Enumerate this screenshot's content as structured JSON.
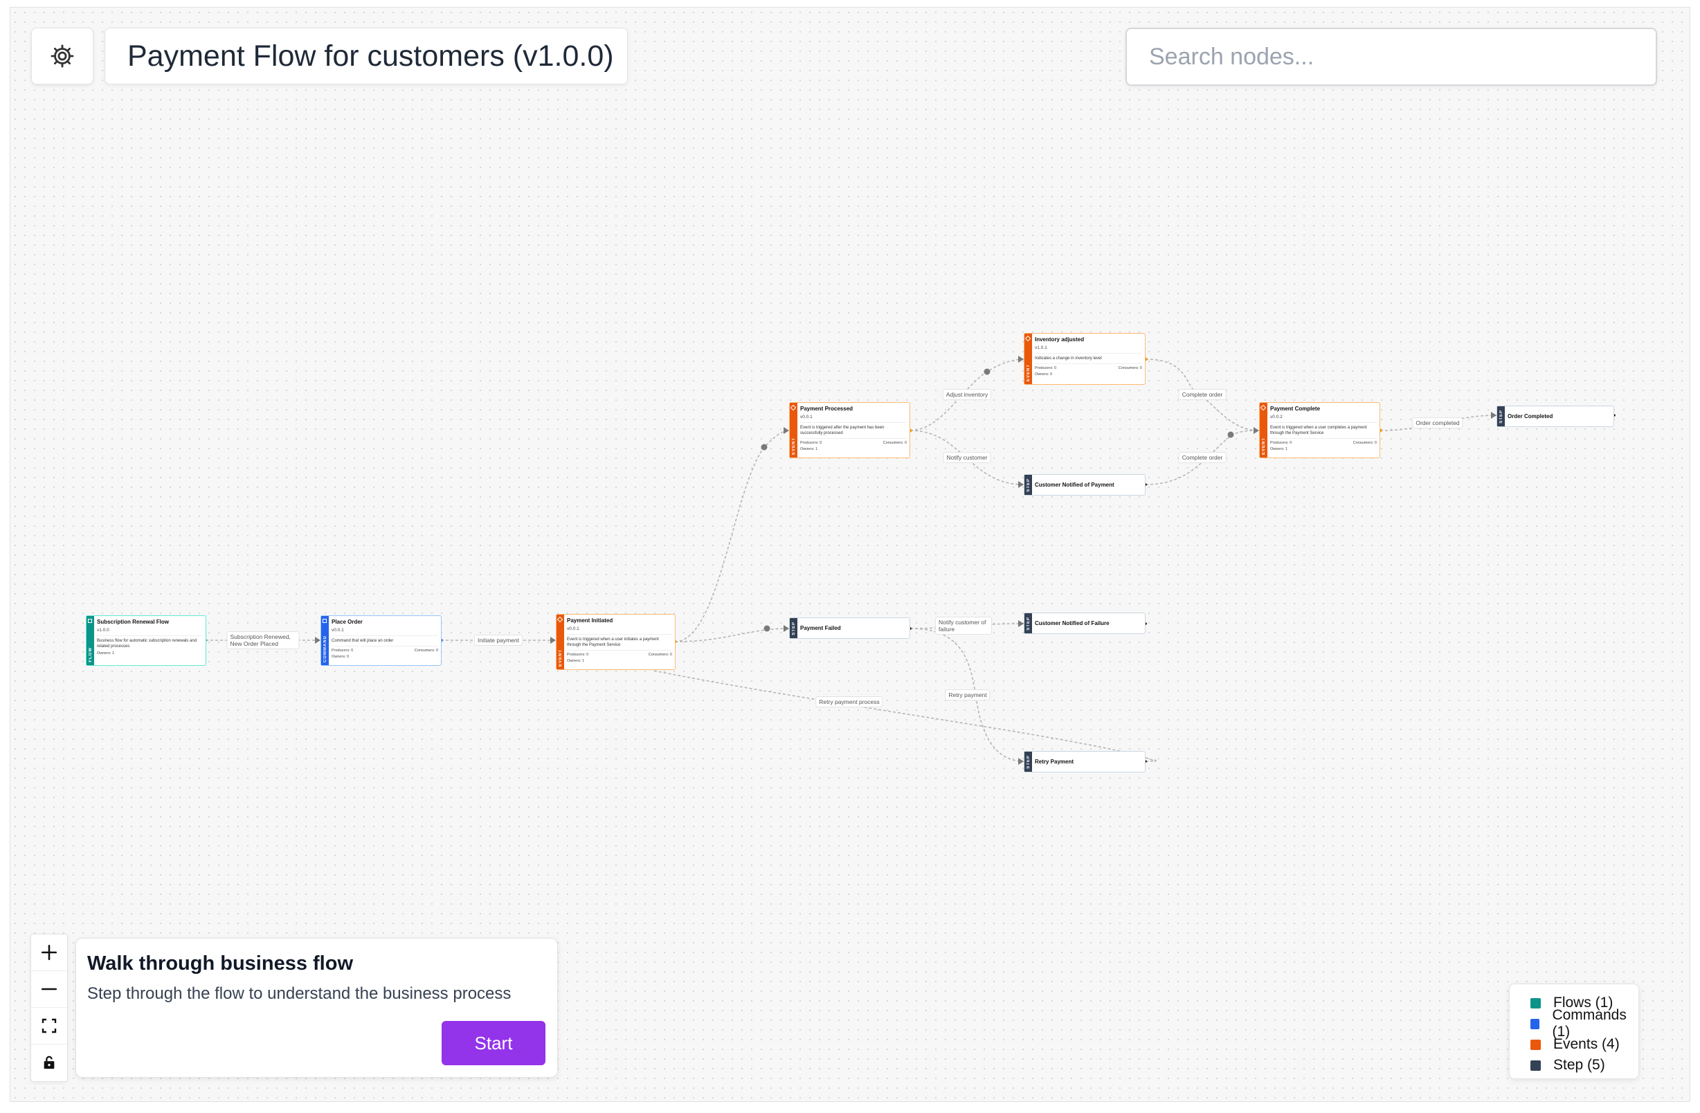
{
  "header": {
    "title": "Payment Flow for customers (v1.0.0)",
    "search_placeholder": "Search nodes...",
    "settings_icon": "gear-icon"
  },
  "colors": {
    "flow": "#0d9488",
    "command": "#2563eb",
    "event": "#ea580c",
    "step": "#334155",
    "start_button": "#9333ea"
  },
  "nodes": {
    "subscription_renewal_flow": {
      "name": "Subscription Renewal Flow",
      "version": "v1.0.0",
      "description": "Business flow for automatic subscription renewals and related processes",
      "meta": "Owners: 1",
      "side": "FLOW"
    },
    "place_order": {
      "name": "Place Order",
      "version": "v0.0.1",
      "description": "Command that will place an order",
      "producers": "Producers: 0",
      "consumers": "Consumers: 0",
      "owners": "Owners: 0",
      "side": "COMMAND"
    },
    "payment_initiated": {
      "name": "Payment Initiated",
      "version": "v0.0.1",
      "description": "Event is triggered when a user initiates a payment through the Payment Service",
      "producers": "Producers: 0",
      "consumers": "Consumers: 0",
      "owners": "Owners: 1",
      "side": "EVENT"
    },
    "payment_processed": {
      "name": "Payment Processed",
      "version": "v0.0.1",
      "description": "Event is triggered after the payment has been successfully processed",
      "producers": "Producers: 0",
      "consumers": "Consumers: 0",
      "owners": "Owners: 1",
      "side": "EVENT"
    },
    "inventory_adjusted": {
      "name": "Inventory adjusted",
      "version": "v1.0.1",
      "description": "Indicates a change in inventory level",
      "producers": "Producers: 0",
      "consumers": "Consumers: 0",
      "owners": "Owners: 0",
      "side": "EVENT"
    },
    "payment_complete": {
      "name": "Payment Complete",
      "version": "v0.0.2",
      "description": "Event is triggered when a user completes a payment through the Payment Service",
      "producers": "Producers: 0",
      "consumers": "Consumers: 0",
      "owners": "Owners: 1",
      "side": "EVENT"
    },
    "customer_notified_payment": {
      "name": "Customer Notified of Payment",
      "side": "STEP"
    },
    "order_completed": {
      "name": "Order Completed",
      "side": "STEP"
    },
    "payment_failed": {
      "name": "Payment Failed",
      "side": "STEP"
    },
    "customer_notified_failure": {
      "name": "Customer Notified of Failure",
      "side": "STEP"
    },
    "retry_payment": {
      "name": "Retry Payment",
      "side": "STEP"
    }
  },
  "edge_labels": {
    "subscription_to_place_order": "Subscription Renewed, New Order Placed",
    "initiate_payment": "Initiate payment",
    "adjust_inventory": "Adjust inventory",
    "notify_customer": "Notify customer",
    "complete_order_1": "Complete order",
    "complete_order_2": "Complete order",
    "order_completed": "Order completed",
    "notify_customer_failure": "Notify customer of failure",
    "retry_payment": "Retry payment",
    "retry_payment_process": "Retry payment process"
  },
  "controls": {
    "zoom_in_icon": "plus-icon",
    "zoom_out_icon": "minus-icon",
    "fit_view_icon": "fit-view-icon",
    "lock_icon": "lock-icon"
  },
  "walkthrough": {
    "title": "Walk through business flow",
    "description": "Step through the flow to understand the business process",
    "start_label": "Start"
  },
  "legend": [
    {
      "label": "Flows (1)",
      "color": "#0d9488"
    },
    {
      "label": "Commands (1)",
      "color": "#2563eb"
    },
    {
      "label": "Events (4)",
      "color": "#ea580c"
    },
    {
      "label": "Step (5)",
      "color": "#334155"
    }
  ]
}
